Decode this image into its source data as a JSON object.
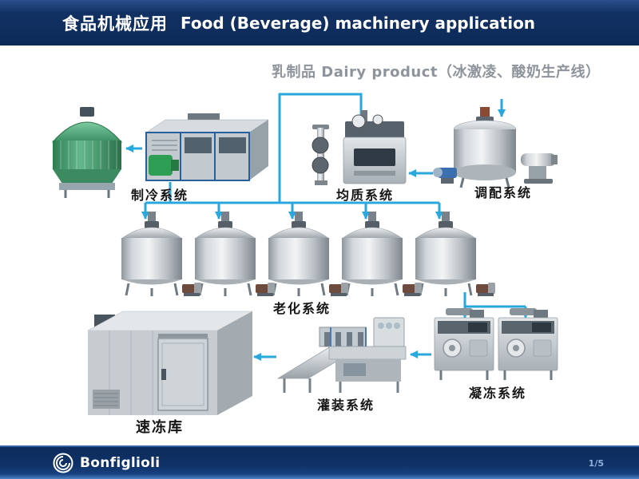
{
  "colors": {
    "arrow": "#2aa7dd",
    "subtitle": "#8d949b",
    "label": "#151515"
  },
  "header": {
    "title_zh": "食品机械应用",
    "title_en": "Food (Beverage) machinery application"
  },
  "subtitle": "乳制品 Dairy product（冰激凌、酸奶生产线）",
  "diagram": {
    "labels": {
      "refrigeration": "制冷系统",
      "homogenizing": "均质系统",
      "blending": "调配系统",
      "aging": "老化系统",
      "freezing": "凝冻系统",
      "filling": "灌装系统",
      "quick_freeze_storage": "速冻库"
    }
  },
  "footer": {
    "brand": "Bonfiglioli",
    "page": "1/5"
  }
}
